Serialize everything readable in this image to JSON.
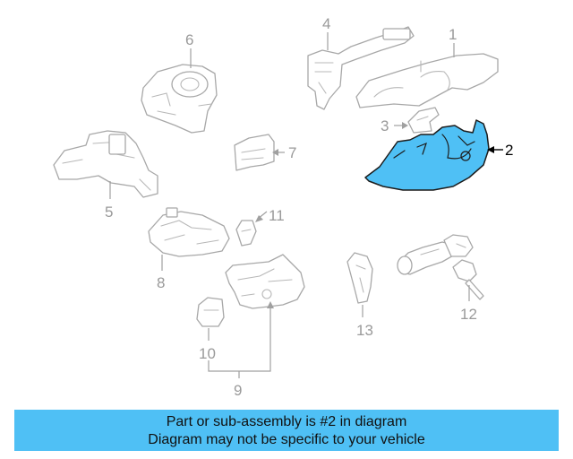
{
  "diagram": {
    "callouts": {
      "c1": "1",
      "c2": "2",
      "c3": "3",
      "c4": "4",
      "c5": "5",
      "c6": "6",
      "c7": "7",
      "c8": "8",
      "c9": "9",
      "c10": "10",
      "c11": "11",
      "c12": "12",
      "c13": "13"
    },
    "highlight_color": "#4fc0f5",
    "highlighted_part": "2"
  },
  "banner": {
    "line1": "Part or sub-assembly is #2 in diagram",
    "line2": "Diagram may not be specific to your vehicle",
    "color": "#4fc0f5"
  }
}
